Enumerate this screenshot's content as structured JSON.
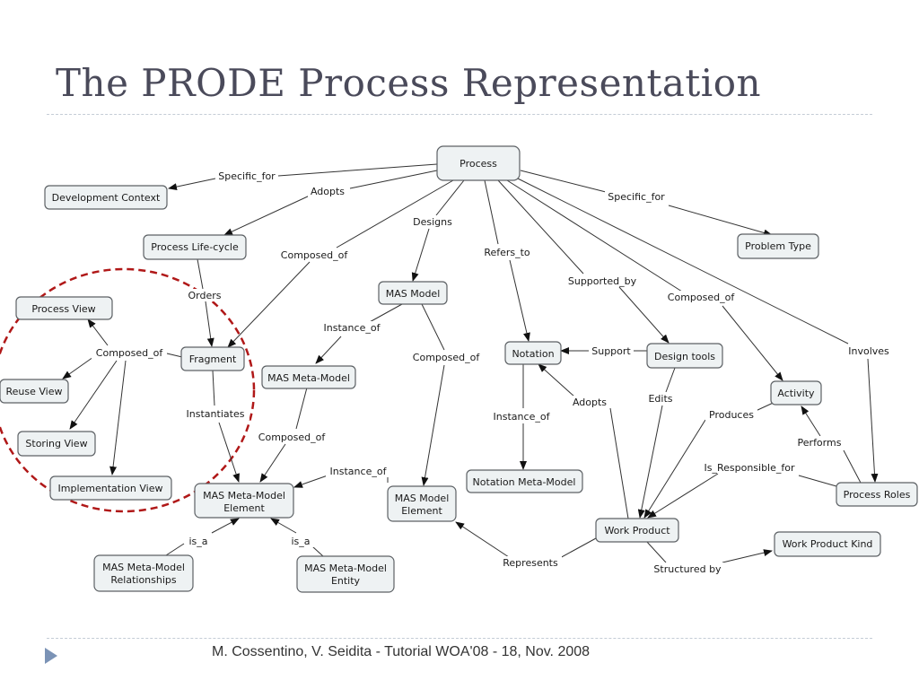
{
  "title": "The PRODE Process Representation",
  "footer": "M. Cossentino, V. Seidita - Tutorial WOA'08 - 18, Nov. 2008",
  "nodes": {
    "process": [
      "Process"
    ],
    "dev_context": [
      "Development Context"
    ],
    "life_cycle": [
      "Process Life-cycle"
    ],
    "problem_type": [
      "Problem Type"
    ],
    "process_view": [
      "Process View"
    ],
    "reuse_view": [
      "Reuse View"
    ],
    "storing_view": [
      "Storing View"
    ],
    "implementation_view": [
      "Implementation View"
    ],
    "fragment": [
      "Fragment"
    ],
    "mas_model": [
      "MAS Model"
    ],
    "mas_meta_model": [
      "MAS Meta-Model"
    ],
    "mas_meta_model_element": [
      "MAS Meta-Model",
      "Element"
    ],
    "mas_meta_model_relationships": [
      "MAS Meta-Model",
      "Relationships"
    ],
    "mas_meta_model_entity": [
      "MAS Meta-Model",
      "Entity"
    ],
    "mas_model_element": [
      "MAS Model",
      "Element"
    ],
    "notation": [
      "Notation"
    ],
    "design_tools": [
      "Design tools"
    ],
    "notation_meta_model": [
      "Notation Meta-Model"
    ],
    "activity": [
      "Activity"
    ],
    "process_roles": [
      "Process Roles"
    ],
    "work_product": [
      "Work Product"
    ],
    "work_product_kind": [
      "Work Product Kind"
    ]
  },
  "edge_labels": {
    "specific_for": "Specific_for",
    "adopts": "Adopts",
    "designs": "Designs",
    "refers_to": "Refers_to",
    "composed_of": "Composed_of",
    "supported_by": "Supported_by",
    "involves": "Involves",
    "orders": "Orders",
    "instantiates": "Instantiates",
    "instance_of": "Instance_of",
    "support": "Support",
    "edits": "Edits",
    "produces": "Produces",
    "performs": "Performs",
    "is_responsible_for": "Is_Responsible_for",
    "is_a": "is_a",
    "represents": "Represents",
    "structured_by": "Structured by"
  },
  "colors": {
    "highlight_circle": "#b01818",
    "footer_marker": "#7b93b6",
    "node_fill": "#eef2f3"
  }
}
